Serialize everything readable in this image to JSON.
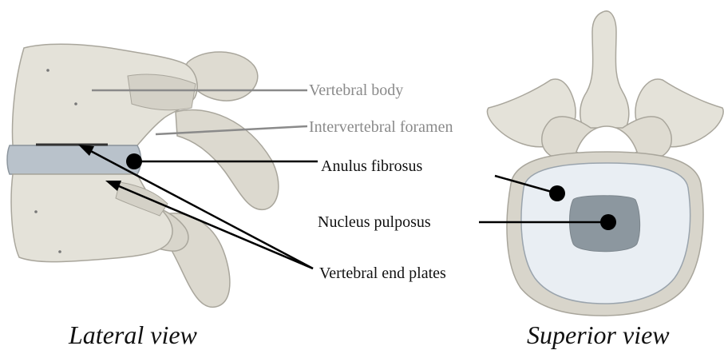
{
  "labels": {
    "vertebral_body": "Vertebral body",
    "intervertebral_foramen": "Intervertebral foramen",
    "anulus_fibrosus": "Anulus fibrosus",
    "nucleus_pulposus": "Nucleus pulposus",
    "vertebral_end_plates": "Vertebral end plates"
  },
  "captions": {
    "lateral": "Lateral view",
    "superior": "Superior view"
  },
  "colors": {
    "bone_fill": "#e4e2d9",
    "bone_shadow": "#cbc8bd",
    "bone_outline": "#a9a69c",
    "disc_fill": "#b9c2cb",
    "anulus_fill": "#e9eef3",
    "nucleus_fill": "#8c979f",
    "pointer": "#000000",
    "gray_pointer": "#8a8a8a"
  }
}
